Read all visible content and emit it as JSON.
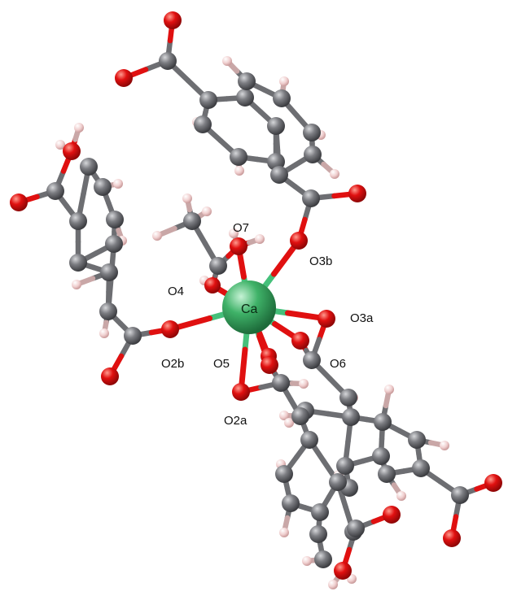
{
  "labels": {
    "ca": "Ca",
    "o7": "O7",
    "o3b": "O3b",
    "o4": "O4",
    "o3a": "O3a",
    "o2b": "O2b",
    "o5": "O5",
    "o6": "O6",
    "o2a": "O2a"
  },
  "colors": {
    "carbon": "#6d6e72",
    "oxygen": "#e01010",
    "hydrogen": "#f0cfcf",
    "calcium": "#3fb268",
    "bond_to_calcium": "#45c07a"
  }
}
